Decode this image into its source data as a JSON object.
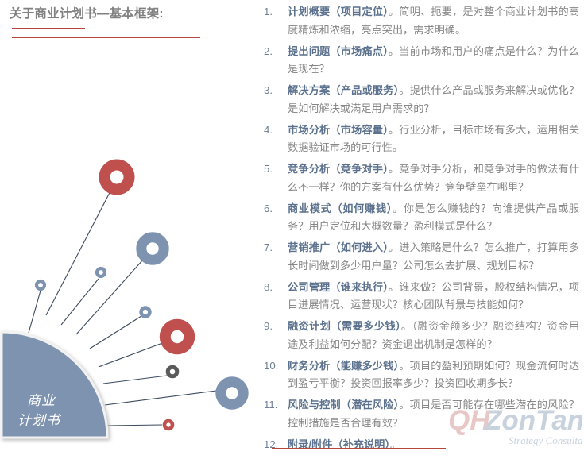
{
  "title": {
    "text": "关于商业计划书—基本框架:",
    "color": "#808080",
    "rule_color": "#b4463c"
  },
  "diagram": {
    "center_label_line1": "商业",
    "center_label_line2": "计划书",
    "fan_color": "#7e93af",
    "accent_red": "#c0504d",
    "accent_blue": "#7e93af",
    "accent_gray": "#5a5a5a",
    "nodes": [
      {
        "name": "node-1",
        "color": "#7e93af",
        "size": "small"
      },
      {
        "name": "node-2",
        "color": "#c0504d",
        "size": "large"
      },
      {
        "name": "node-3",
        "color": "#7e93af",
        "size": "small"
      },
      {
        "name": "node-4",
        "color": "#7e93af",
        "size": "large"
      },
      {
        "name": "node-5",
        "color": "#7e93af",
        "size": "small"
      },
      {
        "name": "node-6",
        "color": "#c0504d",
        "size": "large"
      },
      {
        "name": "node-7",
        "color": "#5a5a5a",
        "size": "small"
      },
      {
        "name": "node-8",
        "color": "#7e93af",
        "size": "large"
      },
      {
        "name": "node-9",
        "color": "#c0504d",
        "size": "small"
      }
    ]
  },
  "list": {
    "items": [
      {
        "num": "1.",
        "heading": "计划概要（项目定位）",
        "sep": "。",
        "desc": "简明、扼要，是对整个商业计划书的高度精炼和浓缩，亮点突出，需求明确。"
      },
      {
        "num": "2.",
        "heading": "提出问题（市场痛点）",
        "sep": "。",
        "desc": "当前市场和用户的痛点是什么？为什么是现在？"
      },
      {
        "num": "3.",
        "heading": "解决方案（产品或服务）",
        "sep": "。",
        "desc": "提供什么产品或服务来解决或优化？是如何解决或满足用户需求的？"
      },
      {
        "num": "4.",
        "heading": "市场分析（市场容量）",
        "sep": "。",
        "desc": "行业分析，目标市场有多大，运用相关数据验证市场的可行性。"
      },
      {
        "num": "5.",
        "heading": "竞争分析（竞争对手）",
        "sep": "。",
        "desc": "竞争对手分析，和竞争对手的做法有什么不一样？你的方案有什么优势？竞争壁垒在哪里？"
      },
      {
        "num": "6.",
        "heading": "商业模式（如何赚钱）",
        "sep": "。",
        "desc": "你是怎么赚钱的？向谁提供产品或服务？用户定位和大概数量？盈利模式是什么？"
      },
      {
        "num": "7.",
        "heading": "营销推广（如何进入）",
        "sep": "。",
        "desc": "进入策略是什么？怎么推广，打算用多长时间做到多少用户量？公司怎么去扩展、规划目标？"
      },
      {
        "num": "8.",
        "heading": "公司管理（谁来执行）",
        "sep": "。",
        "desc": "谁来做？公司背景，股权结构情况，项目进展情况、运营现状？核心团队背景与技能如何？"
      },
      {
        "num": "9.",
        "heading": "融资计划（需要多少钱）",
        "sep": "。",
        "desc": "（融资金额多少？融资结构？资金用途及利益如何分配？资金退出机制是怎样的？"
      },
      {
        "num": "10.",
        "heading": "财务分析（能赚多少钱）",
        "sep": "。",
        "desc": "项目的盈利预期如何？现金流何时达到盈亏平衡？投资回报率多少？投资回收期多长？"
      },
      {
        "num": "11.",
        "heading": "风险与控制（潜在风险）",
        "sep": "。",
        "desc": "项目是否可能存在哪些潜在的风险？控制措施是否合理有效？"
      },
      {
        "num": "12.",
        "heading": "附录/附件（补充说明）",
        "sep": "。",
        "desc": ""
      }
    ]
  },
  "watermark": {
    "part1": "QH",
    "part2": "ZonTan",
    "tagline": "Strategy Consultants",
    "part1_color": "#e8c7c7",
    "part2_color": "#c8d2dd"
  }
}
